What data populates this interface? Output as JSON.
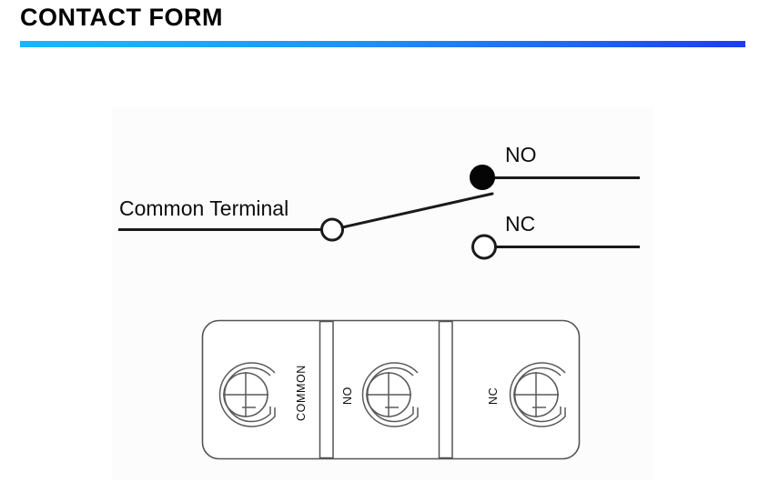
{
  "header": {
    "title": "CONTACT FORM",
    "rule_gradient_from": "#19b5ff",
    "rule_gradient_to": "#1d3cf0"
  },
  "schematic": {
    "common_label": "Common Terminal",
    "no_label": "NO",
    "nc_label": "NC",
    "no_state": "closed",
    "nc_state": "open",
    "pivot_state": "open",
    "wire_color": "#1a1a1a"
  },
  "terminal_block": {
    "outline_color": "#545454",
    "terminals": [
      {
        "name": "common",
        "label": "COMMON",
        "screw_type": "phillips"
      },
      {
        "name": "no",
        "label": "NO",
        "screw_type": "phillips"
      },
      {
        "name": "nc",
        "label": "NC",
        "screw_type": "phillips"
      }
    ]
  }
}
